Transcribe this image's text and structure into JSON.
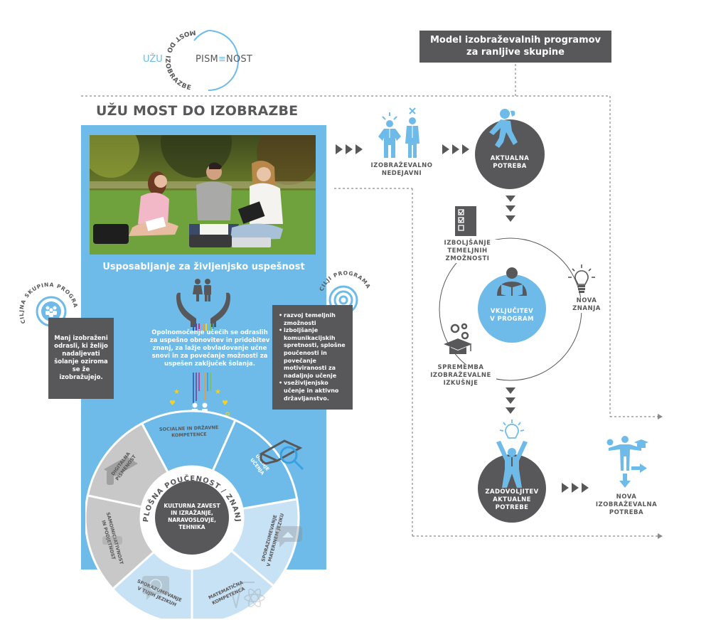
{
  "logo": {
    "left_text": "UŽU",
    "right_text": "PISM",
    "right_text_end": "NOST",
    "arc_text": "MOST DO IZOBRAZBE"
  },
  "model_box": {
    "line1": "Model izobraževalnih programov",
    "line2": "za ranljive skupine"
  },
  "main_title": "UŽU MOST DO IZOBRAZBE",
  "subtitle": "Usposabljanje za življenjsko uspešnost",
  "mission": "Opolnomočenje učečih se odraslih za uspešno obnovitev in pridobitev znanj, za lažje obvladovanje učne snovi in za povečanje možnosti za uspešen zaključek šolanja.",
  "target_group": {
    "arc_label": "CILJNA SKUPINA PROGRAMA",
    "text": "Manj izobraženi odrasli, ki želijo nadaljevati šolanje oziroma se že izobražujejo."
  },
  "goals": {
    "arc_label": "CILJI PROGRAMA",
    "items": [
      "razvoj temeljnih zmožnosti",
      "izboljšanje komunikacijskih spretnosti, splošne poučenosti in povečanje motiviranosti za nadaljnjo učenje",
      "vseživljenjsko učenje in aktivno državljanstvo."
    ]
  },
  "wheel": {
    "ring_label": "SPLOŠNA POUČENOST / ZNANJE",
    "center": [
      "KULTURNA ZAVEST",
      "IN IZRAŽANJE,",
      "NARAVOSLOVJE,",
      "TEHNIKA"
    ],
    "segments": [
      {
        "lines": [
          "SOCIALNE IN DRŽAVNE",
          "KOMPETENCE"
        ],
        "color": "#6ebbe9"
      },
      {
        "lines": [
          "UČENJE",
          "UČENJA"
        ],
        "color": "#6ebbe9"
      },
      {
        "lines": [
          "SPORAZUMEVANJE",
          "V MATERINEM JEZIKU"
        ],
        "color": "#c7e2f5"
      },
      {
        "lines": [
          "MATEMATIČNA",
          "KOMPETENCA"
        ],
        "color": "#c7e2f5"
      },
      {
        "lines": [
          "SPORAZUMEVANJE",
          "V TUJIH JEZIKUH"
        ],
        "color": "#c7e2f5"
      },
      {
        "lines": [
          "SAMOINICIATIVNOST",
          "IN PODJETNOST"
        ],
        "color": "#c8c8c8"
      },
      {
        "lines": [
          "DIGITALNA",
          "PISMENOST"
        ],
        "color": "#c8c8c8"
      }
    ]
  },
  "flow": {
    "step1": [
      "IZOBRAŽEVALNO",
      "NEDEJAVNI"
    ],
    "step2": [
      "AKTUALNA",
      "POTREBA"
    ],
    "cycle_center": [
      "VKLJUČITEV",
      "V PROGRAM"
    ],
    "cycle_items": [
      [
        "IZBOLJŠANJE",
        "TEMELJNIH",
        "ZMOŽNOSTI"
      ],
      [
        "NOVA",
        "ZNANJA"
      ],
      [
        "SPREMEMBA",
        "IZOBRAŽEVALNE",
        "IZKUŠNJE"
      ]
    ],
    "step3": [
      "ZADOVOLJITEV",
      "AKTUALNE",
      "POTREBE"
    ],
    "step4": [
      "NOVA",
      "IZOBRAŽEVALNA",
      "POTREBA"
    ]
  },
  "colors": {
    "blue": "#6ebbe9",
    "dark": "#58585a",
    "light_blue": "#c7e2f5",
    "grey": "#c8c8c8",
    "yellow": "#f4d21f"
  }
}
